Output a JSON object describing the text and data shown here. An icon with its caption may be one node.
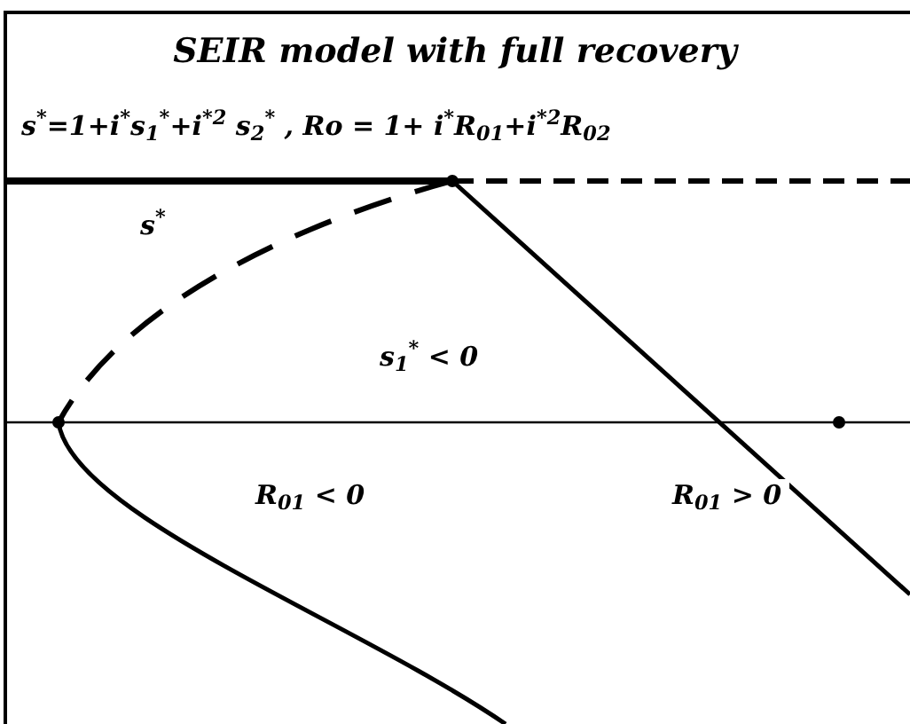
{
  "diagram": {
    "title": "SEIR model with full recovery",
    "labels": [
      "s$^{*}$=1+i$^{*}$s$_{1}$$^{*}$+i$^{*2}$ s$_{2}$$^{*}$ , Ro = 1+ i$^{*}$R$_{01}$+i$^{*2}$R$_{02}$",
      "s$^{*}$",
      "s$_{1}$$^{*}$ < 0",
      "R$_{01}$ < 0",
      "R$_{01}$ > 0"
    ]
  }
}
